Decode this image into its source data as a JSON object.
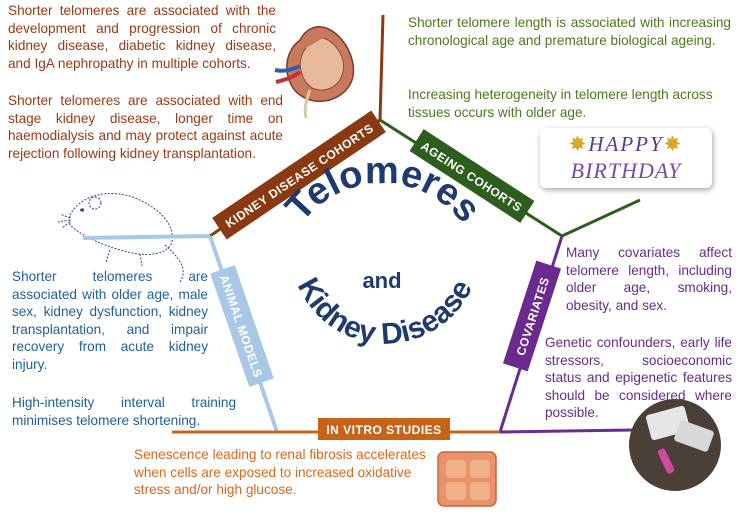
{
  "center": {
    "line1": "Telomeres",
    "line2": "and",
    "line3": "Kidney Disease"
  },
  "bands": {
    "kidney": "KIDNEY DISEASE COHORTS",
    "ageing": "AGEING COHORTS",
    "animal": "ANIMAL MODELS",
    "covariates": "COVARIATES",
    "invitro": "IN VITRO STUDIES"
  },
  "kidney_text": {
    "p1": "Shorter telomeres are associated with the development and progression of chronic kidney disease, diabetic kidney disease, and IgA nephropathy in multiple cohorts.",
    "p2": "Shorter telomeres are associated with end stage kidney disease, longer time on haemodialysis and may protect against acute rejection following kidney transplantation."
  },
  "ageing_text": {
    "p1": "Shorter telomere length is associated with increasing chronological age and premature biological ageing.",
    "p2": "Increasing heterogeneity in telomere length across tissues occurs with older age."
  },
  "animal_text": {
    "p1": "Shorter telomeres are associated with older age, male sex, kidney dysfunction, kidney transplantation, and impair recovery from acute kidney injury.",
    "p2": "High-intensity interval training minimises telomere shortening."
  },
  "covariates_text": {
    "p1": "Many covariates affect telomere length, including older age, smoking, obesity, and sex.",
    "p2": "Genetic confounders, early life stressors, socioeconomic status and epigenetic features should be considered where possible."
  },
  "invitro_text": {
    "p1": "Senescence leading to renal fibrosis accelerates when cells are exposed to increased oxidative stress and/or high glucose."
  },
  "birthday": {
    "line1": "HAPPY",
    "line2": "BIRTHDAY"
  },
  "colors": {
    "kidney": "#8a3a12",
    "ageing": "#2e5e1e",
    "animal": "#a8c8e6",
    "covariates": "#6a2a8e",
    "invitro": "#c8641a",
    "center": "#1f3a6e"
  }
}
